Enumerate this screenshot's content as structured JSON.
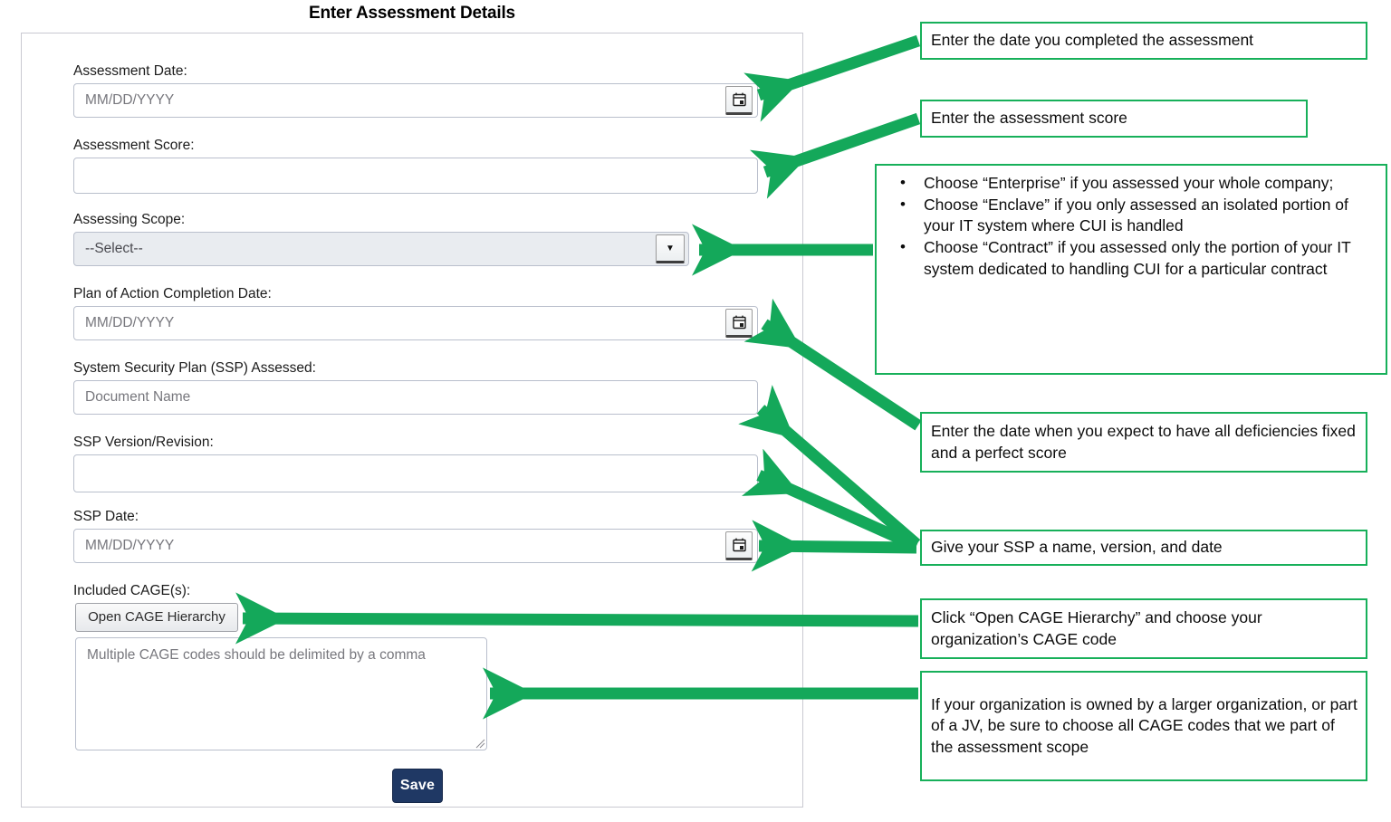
{
  "form": {
    "title": "Enter Assessment Details",
    "fields": [
      {
        "label": "Assessment Date:",
        "type": "date",
        "placeholder": "MM/DD/YYYY",
        "value": "",
        "icon": "calendar-icon"
      },
      {
        "label": "Assessment Score:",
        "type": "text",
        "placeholder": "",
        "value": ""
      },
      {
        "label": "Assessing Scope:",
        "type": "select",
        "selected": "--Select--",
        "icon": "chevron-down-icon"
      },
      {
        "label": "Plan of Action Completion Date:",
        "type": "date",
        "placeholder": "MM/DD/YYYY",
        "value": "",
        "icon": "calendar-icon"
      },
      {
        "label": "System Security Plan (SSP) Assessed:",
        "type": "text",
        "placeholder": "Document Name",
        "value": ""
      },
      {
        "label": "SSP Version/Revision:",
        "type": "text",
        "placeholder": "",
        "value": ""
      },
      {
        "label": "SSP Date:",
        "type": "date",
        "placeholder": "MM/DD/YYYY",
        "value": "",
        "icon": "calendar-icon"
      },
      {
        "label": "Included CAGE(s):",
        "type": "cage"
      }
    ],
    "cage_button_label": "Open CAGE Hierarchy",
    "cage_textarea_placeholder": "Multiple CAGE codes should be delimited by a comma",
    "cage_textarea_value": "",
    "save_label": "Save"
  },
  "callouts": [
    {
      "id": "callout-assessment-date",
      "text": "Enter the date you completed the assessment"
    },
    {
      "id": "callout-assessment-score",
      "text": "Enter the assessment score"
    },
    {
      "id": "callout-assessing-scope",
      "bullets": [
        "Choose “Enterprise” if you assessed your whole company;",
        "Choose “Enclave” if you only assessed an isolated portion of your IT system where CUI is handled",
        "Choose “Contract” if you assessed only the portion of your IT system dedicated to handling CUI for a particular contract"
      ],
      "bullet_glyph": "•"
    },
    {
      "id": "callout-poa-date",
      "text": "Enter the date when you expect to have all deficiencies fixed and a perfect score"
    },
    {
      "id": "callout-ssp",
      "text": "Give your SSP a name, version, and date"
    },
    {
      "id": "callout-cage-hierarchy",
      "text": "Click “Open CAGE Hierarchy” and choose your organization’s CAGE code"
    },
    {
      "id": "callout-cage-codes",
      "text": "If your organization is owned by a larger organization, or part of a JV, be sure to choose all CAGE codes that we part of the assessment scope"
    }
  ],
  "colors": {
    "annotation_green": "#17b05a",
    "arrow_green": "#14a85a",
    "save_navy": "#1f3864",
    "field_border": "#b9bfcc",
    "select_fill": "#e9ecf0"
  }
}
